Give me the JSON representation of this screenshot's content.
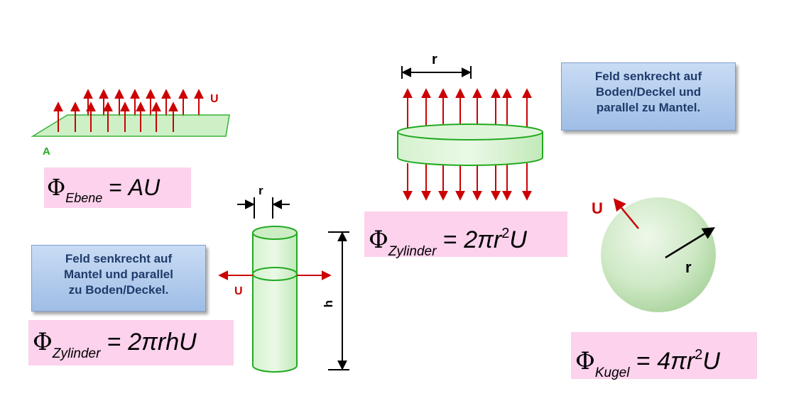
{
  "colors": {
    "field_arrow": "#cc0000",
    "surface_fill": "#c9efc2",
    "surface_stroke": "#22aa22",
    "formula_bg": "#fcd2ec",
    "note_bg": "#b6cfee",
    "note_text": "#1f3b6b"
  },
  "plane": {
    "field_label": "U",
    "area_label": "A",
    "formula": {
      "phi": "Φ",
      "sub": "Ebene",
      "rhs": "AU"
    }
  },
  "disc": {
    "radius_label": "r",
    "note": [
      "Feld senkrecht auf",
      "Boden/Deckel und",
      "parallel zu Mantel."
    ],
    "formula": {
      "phi": "Φ",
      "sub": "Zylinder",
      "rhs_pre": "2πr",
      "sup": "2",
      "rhs_post": "U"
    }
  },
  "tall_cylinder": {
    "radius_label": "r",
    "height_label": "h",
    "field_label": "U",
    "note": [
      "Feld senkrecht auf",
      "Mantel und parallel",
      "zu Boden/Deckel."
    ],
    "formula": {
      "phi": "Φ",
      "sub": "Zylinder",
      "rhs": "2πrhU"
    }
  },
  "sphere": {
    "field_label": "U",
    "radius_label": "r",
    "formula": {
      "phi": "Φ",
      "sub": "Kugel",
      "rhs_pre": "4πr",
      "sup": "2",
      "rhs_post": "U"
    }
  }
}
